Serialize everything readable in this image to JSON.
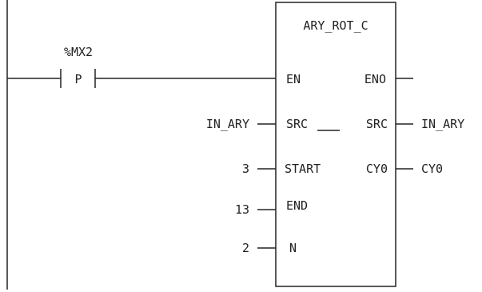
{
  "contact": {
    "variable": "%MX2",
    "type_label": "P"
  },
  "function_block": {
    "name": "ARY_ROT_C",
    "inputs": [
      {
        "pin": "EN",
        "operand": ""
      },
      {
        "pin": "SRC",
        "operand": "IN_ARY"
      },
      {
        "pin": "START",
        "operand": "3"
      },
      {
        "pin": "END",
        "operand": "13"
      },
      {
        "pin": "N",
        "operand": "2"
      }
    ],
    "outputs": [
      {
        "pin": "ENO",
        "operand": ""
      },
      {
        "pin": "SRC",
        "operand": "IN_ARY"
      },
      {
        "pin": "CY0",
        "operand": "CY0"
      }
    ]
  }
}
